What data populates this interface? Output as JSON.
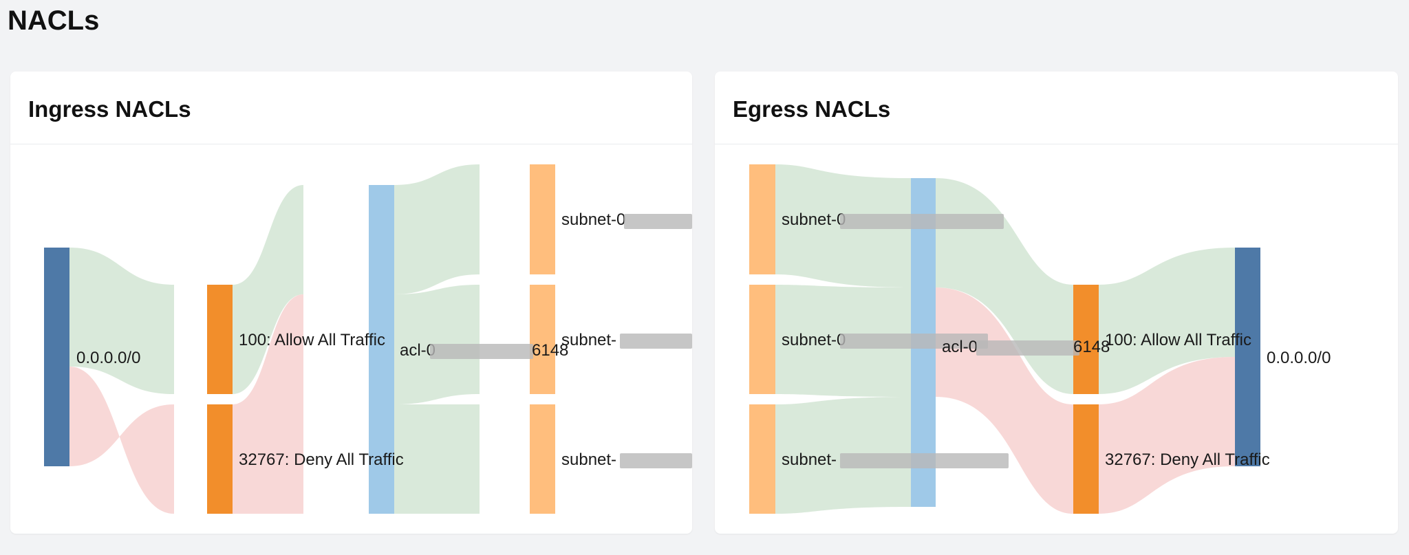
{
  "page": {
    "title": "NACLs"
  },
  "colors": {
    "page_bg": "#f2f3f5",
    "source_node": "#4e79a7",
    "rule_node": "#f28e2b",
    "acl_node": "#9fc9e8",
    "subnet_node": "#ffbe7d",
    "allow_link": "#d7e8d8",
    "deny_link": "#f8d6d5",
    "redaction": "#b8b8b8"
  },
  "ingress": {
    "title": "Ingress NACLs",
    "nodes": {
      "source": "0.0.0.0/0",
      "allow_rule": "100: Allow All Traffic",
      "deny_rule": "32767: Deny All Traffic",
      "acl": {
        "prefix": "acl-0",
        "suffix": "6148"
      },
      "subnets": [
        {
          "prefix": "subnet-0"
        },
        {
          "prefix": "subnet-"
        },
        {
          "prefix": "subnet-"
        }
      ]
    }
  },
  "egress": {
    "title": "Egress NACLs",
    "nodes": {
      "subnets": [
        {
          "prefix": "subnet-0"
        },
        {
          "prefix": "subnet-0"
        },
        {
          "prefix": "subnet-"
        }
      ],
      "acl": {
        "prefix": "acl-0",
        "suffix": "6148"
      },
      "allow_rule": "100: Allow All Traffic",
      "deny_rule": "32767: Deny All Traffic",
      "destination": "0.0.0.0/0"
    }
  }
}
